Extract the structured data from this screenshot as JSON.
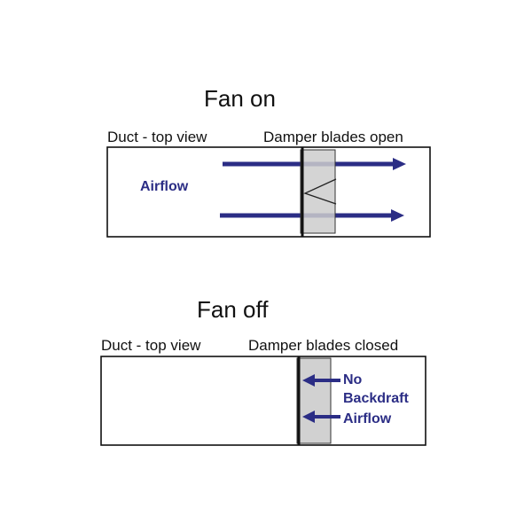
{
  "colors": {
    "arrow": "#2b2d85",
    "damper_fill": "#cccccc",
    "outline": "#111111"
  },
  "fan_on": {
    "title": "Fan on",
    "duct_label": "Duct - top view",
    "damper_label": "Damper blades open",
    "flow_label": "Airflow"
  },
  "fan_off": {
    "title": "Fan off",
    "duct_label": "Duct - top view",
    "damper_label": "Damper blades closed",
    "flow_lines": [
      "No",
      "Backdraft",
      "Airflow"
    ]
  },
  "icons": {
    "airflow_arrow": "arrow-right-icon",
    "backdraft_arrow": "arrow-left-icon"
  }
}
